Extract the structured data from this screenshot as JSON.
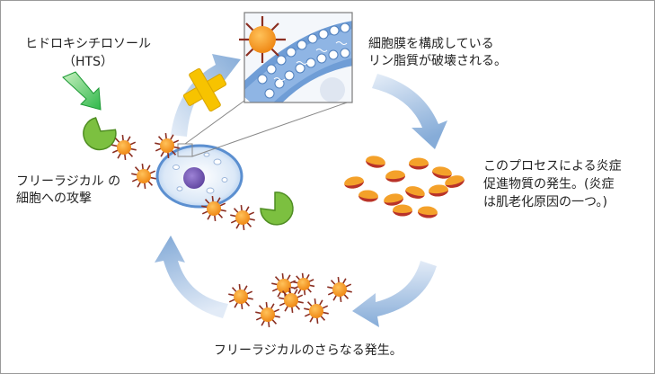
{
  "labels": {
    "hts_line1": "ヒドロキシチロソール",
    "hts_line2": "（HTS）",
    "attack_line1": "フリーラジカル の",
    "attack_line2": "細胞への攻撃",
    "membrane_line1": "細胞膜を構成している",
    "membrane_line2": "リン脂質が破壊される。",
    "inflam_line1": "このプロセスによる炎症",
    "inflam_line2": "促進物質の発生。(炎症",
    "inflam_line3": "は肌老化原因の一つ。)",
    "more_radicals": "フリーラジカルのさらなる発生。"
  },
  "colors": {
    "cycle_arrow": "#8fb4dc",
    "radical_orange": "#f39a1e",
    "radical_spike": "#8b2f22",
    "hts_green": "#7cc040",
    "cell_blue": "#5b8fd0",
    "nucleus_purple": "#7b5cb8",
    "star_yellow": "#f7c300",
    "hts_arrow_green": "#3fbf4f"
  }
}
